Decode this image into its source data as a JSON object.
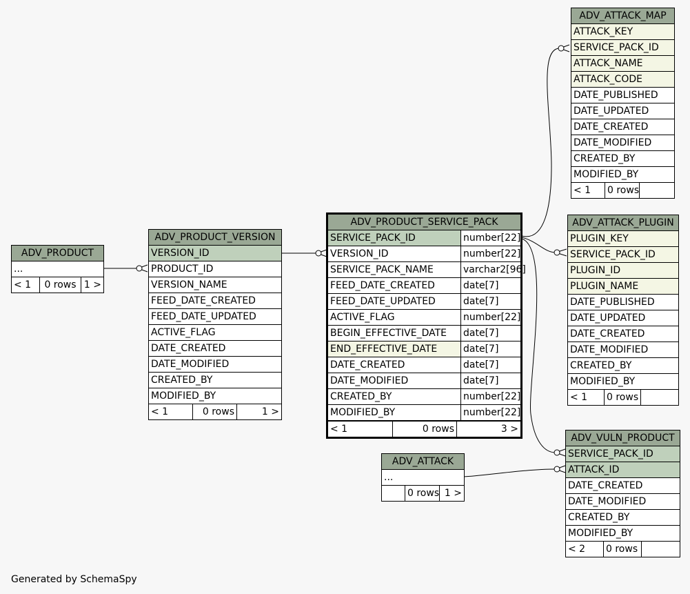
{
  "footer": "Generated by SchemaSpy",
  "tables": {
    "adv_product": {
      "name": "ADV_PRODUCT",
      "ellipsis": "...",
      "parents": "< 1",
      "rows": "0 rows",
      "children": "1 >"
    },
    "adv_product_version": {
      "name": "ADV_PRODUCT_VERSION",
      "columns": [
        "VERSION_ID",
        "PRODUCT_ID",
        "VERSION_NAME",
        "FEED_DATE_CREATED",
        "FEED_DATE_UPDATED",
        "ACTIVE_FLAG",
        "DATE_CREATED",
        "DATE_MODIFIED",
        "CREATED_BY",
        "MODIFIED_BY"
      ],
      "parents": "< 1",
      "rows": "0 rows",
      "children": "1 >"
    },
    "adv_product_service_pack": {
      "name": "ADV_PRODUCT_SERVICE_PACK",
      "columns": [
        {
          "name": "SERVICE_PACK_ID",
          "type": "number[22]"
        },
        {
          "name": "VERSION_ID",
          "type": "number[22]"
        },
        {
          "name": "SERVICE_PACK_NAME",
          "type": "varchar2[96]"
        },
        {
          "name": "FEED_DATE_CREATED",
          "type": "date[7]"
        },
        {
          "name": "FEED_DATE_UPDATED",
          "type": "date[7]"
        },
        {
          "name": "ACTIVE_FLAG",
          "type": "number[22]"
        },
        {
          "name": "BEGIN_EFFECTIVE_DATE",
          "type": "date[7]"
        },
        {
          "name": "END_EFFECTIVE_DATE",
          "type": "date[7]"
        },
        {
          "name": "DATE_CREATED",
          "type": "date[7]"
        },
        {
          "name": "DATE_MODIFIED",
          "type": "date[7]"
        },
        {
          "name": "CREATED_BY",
          "type": "number[22]"
        },
        {
          "name": "MODIFIED_BY",
          "type": "number[22]"
        }
      ],
      "parents": "< 1",
      "rows": "0 rows",
      "children": "3 >"
    },
    "adv_attack_map": {
      "name": "ADV_ATTACK_MAP",
      "columns": [
        "ATTACK_KEY",
        "SERVICE_PACK_ID",
        "ATTACK_NAME",
        "ATTACK_CODE",
        "DATE_PUBLISHED",
        "DATE_UPDATED",
        "DATE_CREATED",
        "DATE_MODIFIED",
        "CREATED_BY",
        "MODIFIED_BY"
      ],
      "parents": "< 1",
      "rows": "0 rows"
    },
    "adv_attack_plugin": {
      "name": "ADV_ATTACK_PLUGIN",
      "columns": [
        "PLUGIN_KEY",
        "SERVICE_PACK_ID",
        "PLUGIN_ID",
        "PLUGIN_NAME",
        "DATE_PUBLISHED",
        "DATE_UPDATED",
        "DATE_CREATED",
        "DATE_MODIFIED",
        "CREATED_BY",
        "MODIFIED_BY"
      ],
      "parents": "< 1",
      "rows": "0 rows"
    },
    "adv_attack": {
      "name": "ADV_ATTACK",
      "ellipsis": "...",
      "rows": "0 rows",
      "children": "1 >"
    },
    "adv_vuln_product": {
      "name": "ADV_VULN_PRODUCT",
      "columns": [
        "SERVICE_PACK_ID",
        "ATTACK_ID",
        "DATE_CREATED",
        "DATE_MODIFIED",
        "CREATED_BY",
        "MODIFIED_BY"
      ],
      "parents": "< 2",
      "rows": "0 rows"
    }
  }
}
